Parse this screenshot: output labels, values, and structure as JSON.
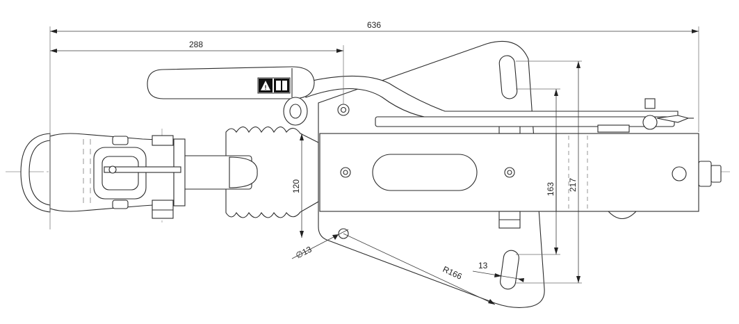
{
  "dimensions": {
    "overall_length": "636",
    "to_pivot_length": "288",
    "bellows_height": "120",
    "inner_hole_spacing": "163",
    "outer_height": "217",
    "hole_diameter": "∅13",
    "slot_radius": "R166",
    "slot_width": "13"
  },
  "label_icon": "warning-triangle-book-icon",
  "colors": {
    "line": "#2a2a2a",
    "centerline": "#8a8a8a",
    "background": "#ffffff"
  }
}
